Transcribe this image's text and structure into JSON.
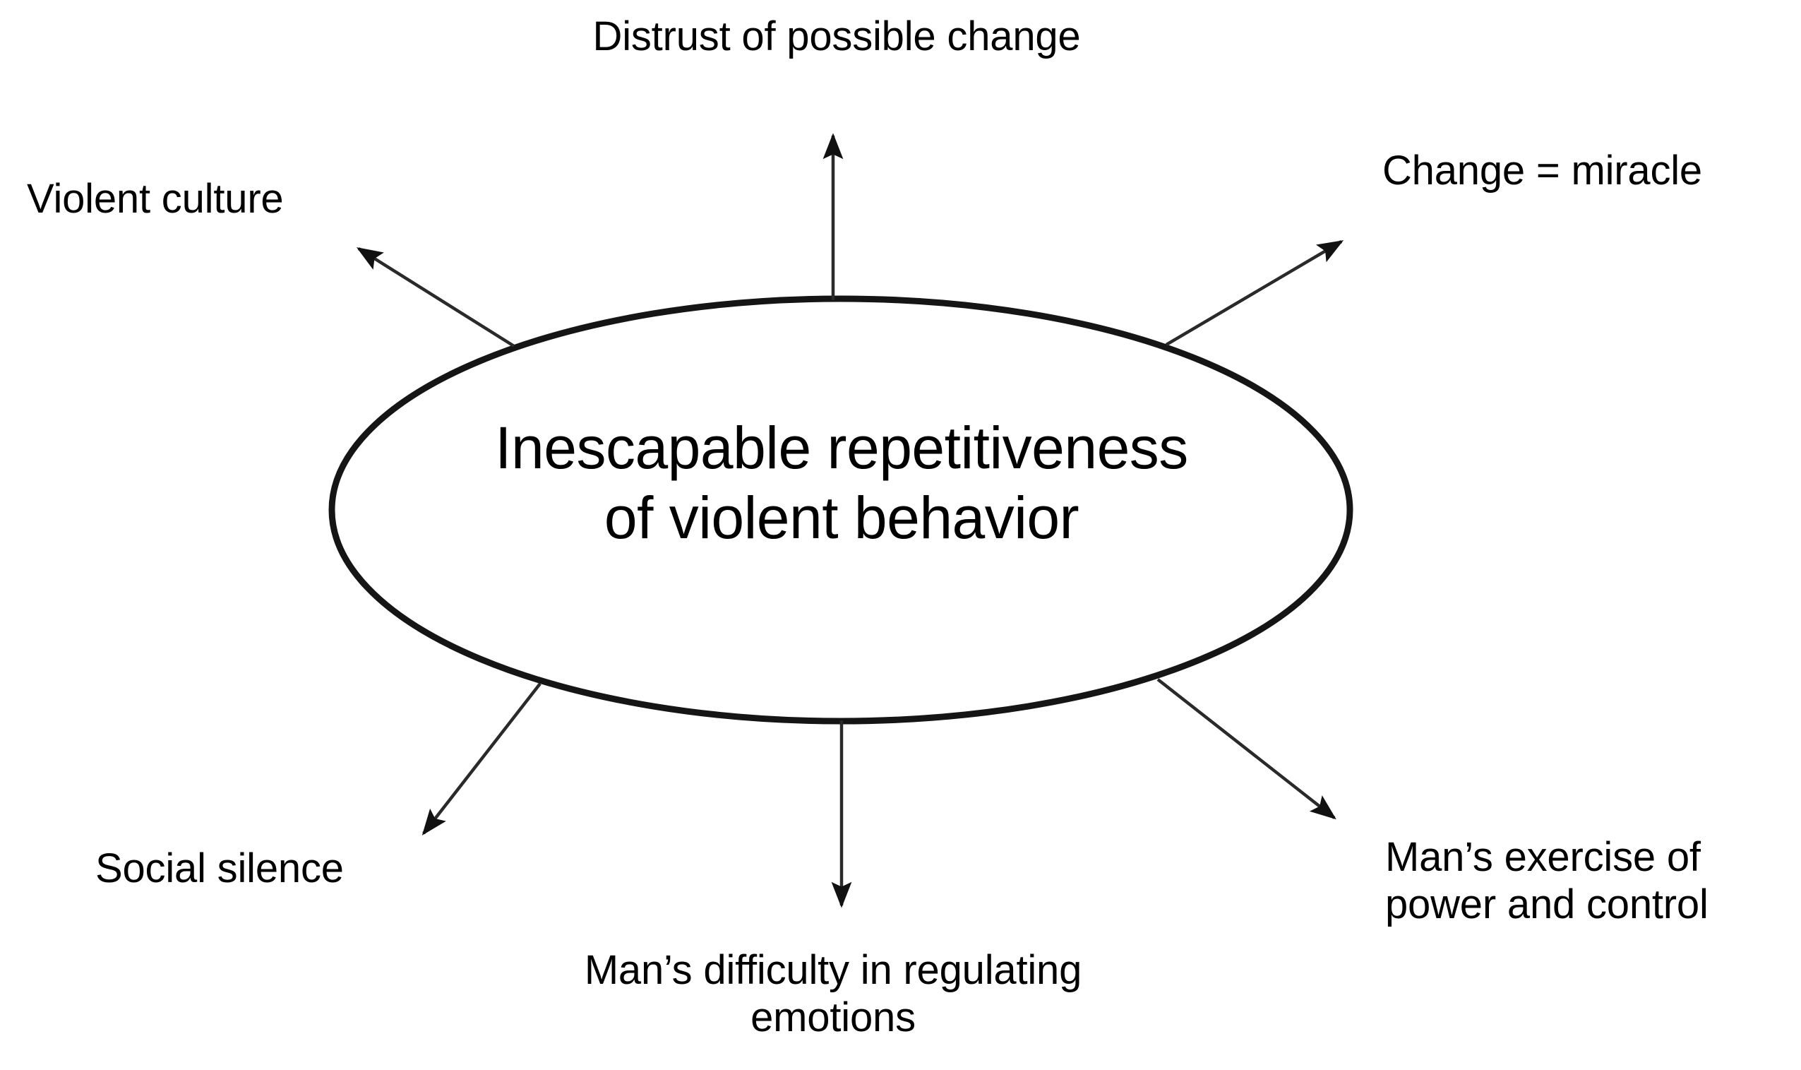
{
  "diagram": {
    "type": "radial-concept-map",
    "background_color": "#ffffff",
    "stroke_color": "#000000",
    "center": {
      "shape": "ellipse",
      "text": "Inescapable repetitiveness\nof violent behavior",
      "line1": "Inescapable repetitiveness",
      "line2": "of violent behavior"
    },
    "nodes": [
      {
        "id": "distrust-of-possible-change",
        "label": "Distrust of possible change",
        "position": "top",
        "arrow_direction": "outward"
      },
      {
        "id": "violent-culture",
        "label": "Violent culture",
        "position": "top-left",
        "arrow_direction": "outward"
      },
      {
        "id": "change-miracle",
        "label": "Change = miracle",
        "position": "top-right",
        "arrow_direction": "outward"
      },
      {
        "id": "social-silence",
        "label": "Social silence",
        "position": "bottom-left",
        "arrow_direction": "outward"
      },
      {
        "id": "mans-difficulty",
        "label": "Man’s difficulty in regulating\nemotions",
        "position": "bottom",
        "arrow_direction": "outward"
      },
      {
        "id": "mans-exercise",
        "label": "Man’s exercise of\npower and control",
        "position": "bottom-right",
        "arrow_direction": "outward"
      }
    ]
  }
}
